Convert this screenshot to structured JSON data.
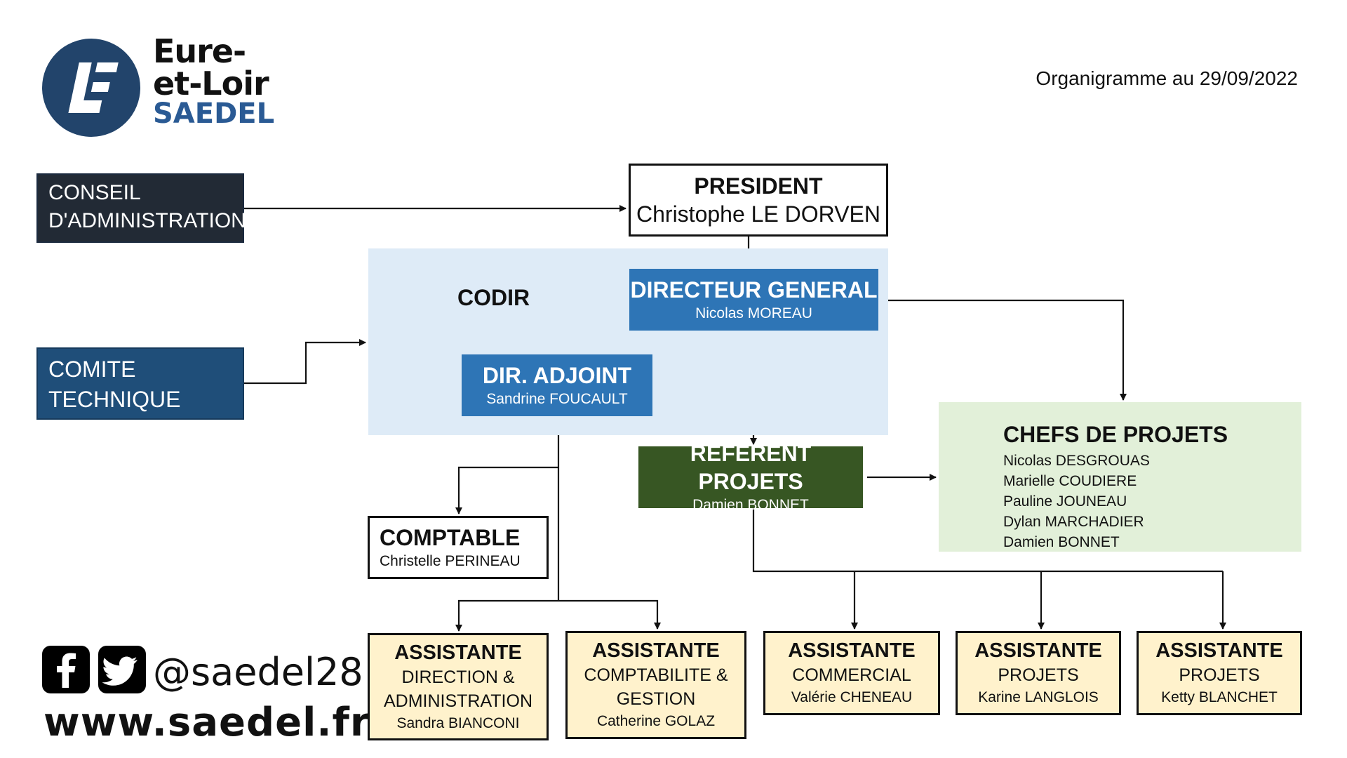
{
  "header": {
    "logo": {
      "line1": "Eure-",
      "line2": "et-Loir",
      "line3": "SAEDEL"
    },
    "date_label": "Organigramme au 29/09/2022"
  },
  "board": {
    "line1": "CONSEIL",
    "line2": "D'ADMINISTRATION"
  },
  "comite": {
    "line1": "COMITE",
    "line2": "TECHNIQUE"
  },
  "codir": {
    "label": "CODIR"
  },
  "president": {
    "title": "PRESIDENT",
    "name": "Christophe LE DORVEN"
  },
  "directeur_general": {
    "title": "DIRECTEUR GENERAL",
    "name": "Nicolas MOREAU"
  },
  "dir_adjoint": {
    "title": "DIR. ADJOINT",
    "name": "Sandrine FOUCAULT"
  },
  "referent_projets": {
    "title": "REFERENT PROJETS",
    "name": "Damien BONNET"
  },
  "chefs_de_projets": {
    "title": "CHEFS DE PROJETS",
    "members": [
      "Nicolas DESGROUAS",
      "Marielle COUDIERE",
      "Pauline JOUNEAU",
      "Dylan MARCHADIER",
      "Damien BONNET"
    ]
  },
  "comptable": {
    "title": "COMPTABLE",
    "name": "Christelle PERINEAU"
  },
  "assistants": [
    {
      "title": "ASSISTANTE",
      "role_line1": "DIRECTION &",
      "role_line2": "ADMINISTRATION",
      "name": "Sandra BIANCONI"
    },
    {
      "title": "ASSISTANTE",
      "role_line1": "COMPTABILITE &",
      "role_line2": "GESTION",
      "name": "Catherine GOLAZ"
    },
    {
      "title": "ASSISTANTE",
      "role_line1": "COMMERCIAL",
      "name": "Valérie CHENEAU"
    },
    {
      "title": "ASSISTANTE",
      "role_line1": "PROJETS",
      "name": "Karine LANGLOIS"
    },
    {
      "title": "ASSISTANTE",
      "role_line1": "PROJETS",
      "name": "Ketty BLANCHET"
    }
  ],
  "footer": {
    "social_handle": "@saedel28",
    "website": "www.saedel.fr"
  },
  "icons": {
    "facebook": "facebook-icon",
    "twitter": "twitter-icon"
  },
  "colors": {
    "board": "#222a35",
    "comite": "#1f4e79",
    "codir_bg": "#deebf7",
    "director": "#2e75b6",
    "referent": "#375623",
    "chefs_bg": "#e2f0d9",
    "assistant_bg": "#fff2cc",
    "brand_blue": "#22446b"
  }
}
